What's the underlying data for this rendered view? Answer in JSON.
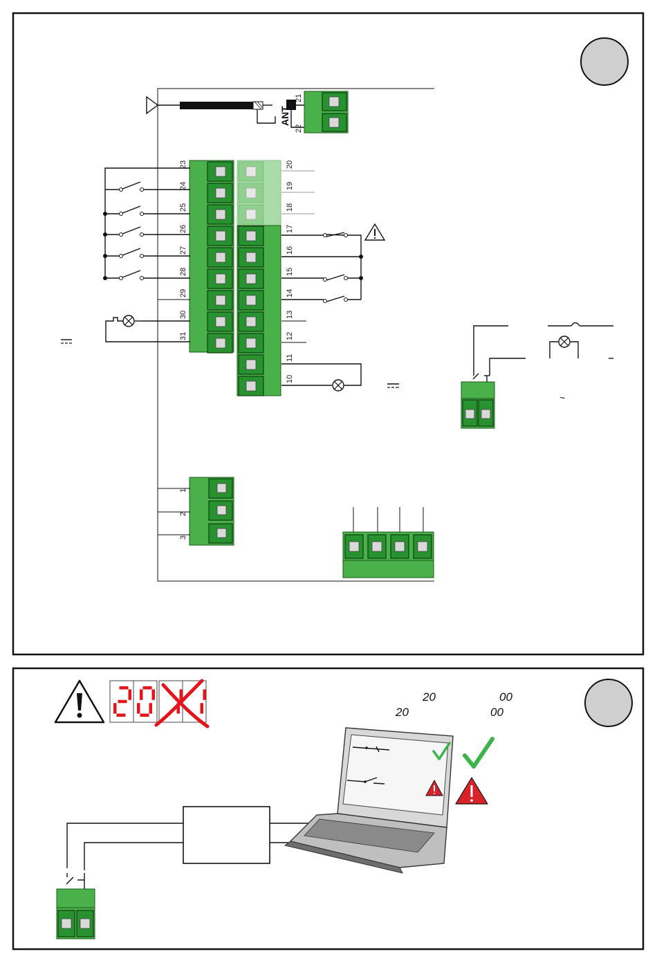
{
  "colors": {
    "terminal_green": "#4ab14a",
    "terminal_dark": "#27922f",
    "display_red": "#e3151b",
    "check_green": "#3cb44a",
    "warning_red": "#d8232a",
    "badge_grey": "#cfcfcf"
  },
  "icons": [
    "antenna-icon",
    "warning-icon",
    "lamp-icon",
    "fuse-icon",
    "laptop-icon",
    "check-icon",
    "relay-contact-icon"
  ],
  "panel1": {
    "antenna": {
      "label": "ANT",
      "terminals": [
        "21",
        "22"
      ]
    },
    "left_block": {
      "terminals": [
        "23",
        "24",
        "25",
        "26",
        "27",
        "28",
        "29",
        "30",
        "31"
      ]
    },
    "right_block": {
      "terminals_light": [
        "20",
        "19",
        "18"
      ],
      "terminals": [
        "17",
        "16",
        "15",
        "14",
        "13",
        "12",
        "11",
        "10"
      ]
    },
    "bottom_block": {
      "terminals": [
        "1",
        "2",
        "3"
      ]
    },
    "dc_symbol": "⎓",
    "ac_symbol": "~"
  },
  "panel2": {
    "display_digits": [
      "2",
      "0"
    ],
    "display_crossed": [
      "1",
      "1"
    ],
    "note_row1": [
      "20",
      "00"
    ],
    "note_row2": [
      "20",
      "00"
    ]
  }
}
